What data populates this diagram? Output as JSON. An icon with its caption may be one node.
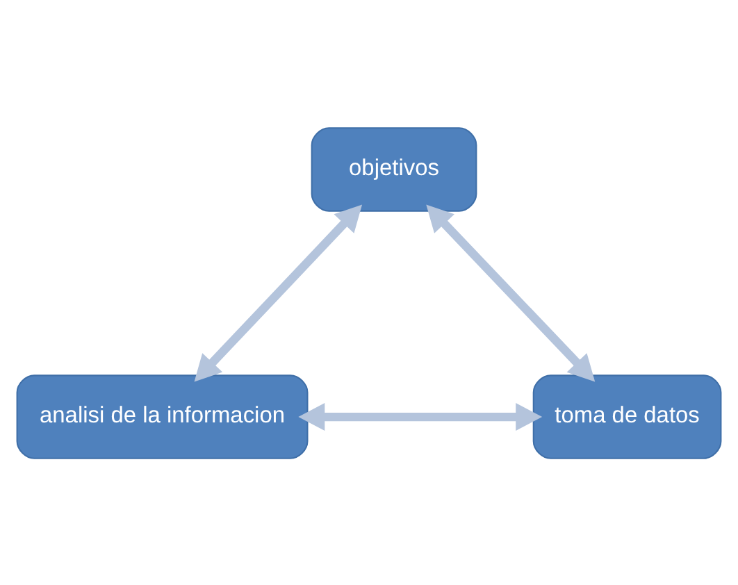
{
  "diagram": {
    "nodes": [
      {
        "text": [
          "objetivos"
        ]
      },
      {
        "text": [
          "analisi de la informacion"
        ]
      },
      {
        "text": [
          "toma de datos"
        ]
      }
    ],
    "edges": [
      {
        "from": 0,
        "to": 2,
        "arrow": "both"
      },
      {
        "from": 1,
        "to": 2,
        "arrow": "both"
      },
      {
        "from": 0,
        "to": 1,
        "arrow": "both"
      }
    ]
  }
}
